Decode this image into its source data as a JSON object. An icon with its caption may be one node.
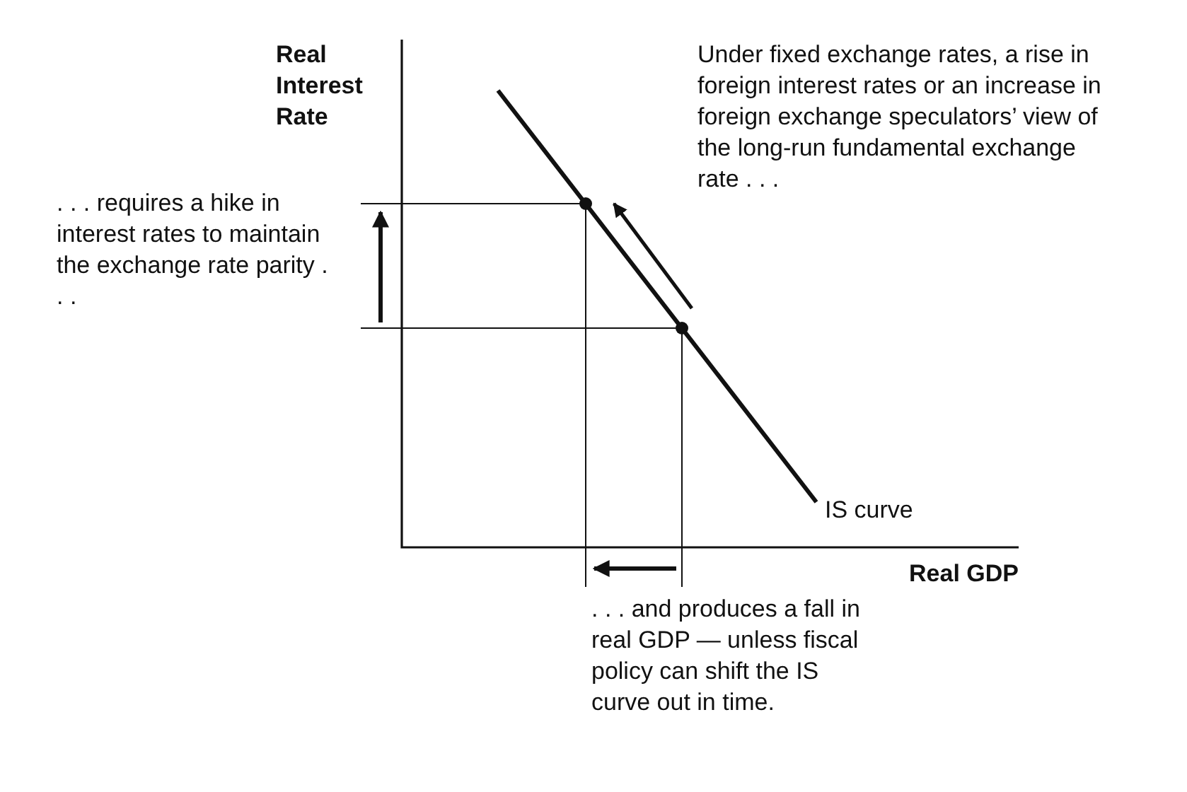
{
  "diagram": {
    "labels": [
      "Real Interest Rate",
      "Under fixed exchange rates, a rise in foreign interest rates or an increase in foreign exchange speculators’ view of the long-run fundamental exchange rate . . .",
      ". . . requires a hike in interest rates to maintain the exchange rate parity . . .",
      "IS curve",
      "Real GDP",
      ". . . and produces a fall in real GDP — unless fiscal policy can shift the IS curve out in time."
    ]
  }
}
